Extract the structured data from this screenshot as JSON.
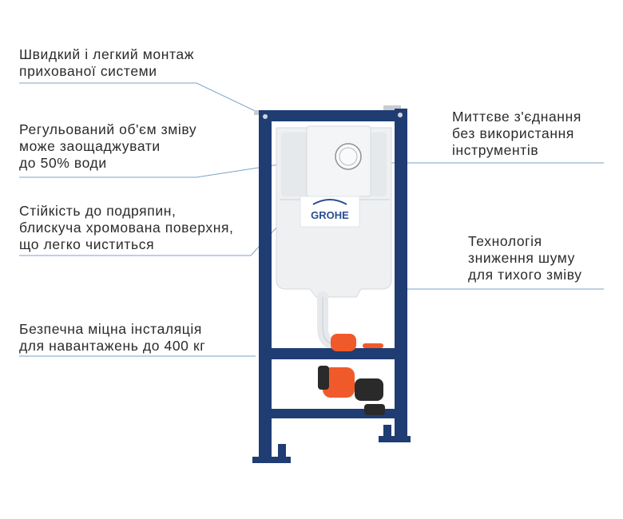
{
  "callouts": {
    "left": [
      {
        "lines": [
          "Швидкий і легкий монтаж",
          "прихованої системи"
        ]
      },
      {
        "lines": [
          "Регульований об'єм зміву",
          "може заощаджувати",
          "до 50% води"
        ]
      },
      {
        "lines": [
          "Стійкість до подряпин,",
          "блискуча хромована поверхня,",
          "що легко чиститься"
        ]
      },
      {
        "lines": [
          "Безпечна міцна інсталяція",
          "для навантажень до 400 кг"
        ]
      }
    ],
    "right": [
      {
        "lines": [
          "Миттєве з'єднання",
          "без використання",
          "інструментів"
        ]
      },
      {
        "lines": [
          "Технологія",
          "зниження шуму",
          "для тихого зміву"
        ]
      }
    ]
  },
  "product": {
    "brand_logo": "GROHE",
    "frame_color": "#1f3d73",
    "cistern_color": "#eef0f2",
    "pipe_color": "#f05a2a"
  },
  "icons": [
    "installation-frame-illustration",
    "grohe-logo"
  ]
}
